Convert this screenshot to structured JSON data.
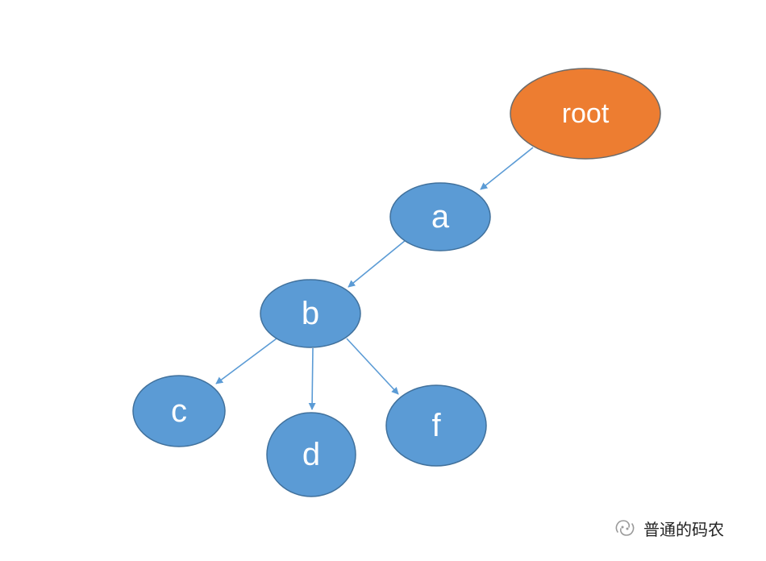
{
  "diagram": {
    "type": "tree",
    "colors": {
      "root_fill": "#ED7D31",
      "root_stroke": "#6B6B6B",
      "node_fill": "#5B9BD5",
      "node_stroke": "#41719C",
      "edge": "#5B9BD5",
      "label": "#FFFFFF"
    },
    "nodes": [
      {
        "id": "root",
        "label": "root",
        "kind": "root"
      },
      {
        "id": "a",
        "label": "a",
        "kind": "node"
      },
      {
        "id": "b",
        "label": "b",
        "kind": "node"
      },
      {
        "id": "c",
        "label": "c",
        "kind": "node"
      },
      {
        "id": "d",
        "label": "d",
        "kind": "node"
      },
      {
        "id": "f",
        "label": "f",
        "kind": "node"
      }
    ],
    "edges": [
      {
        "from": "root",
        "to": "a"
      },
      {
        "from": "a",
        "to": "b"
      },
      {
        "from": "b",
        "to": "c"
      },
      {
        "from": "b",
        "to": "d"
      },
      {
        "from": "b",
        "to": "f"
      }
    ]
  },
  "watermark": {
    "text": "普通的码农",
    "icon": "wechat-official-account-icon"
  }
}
